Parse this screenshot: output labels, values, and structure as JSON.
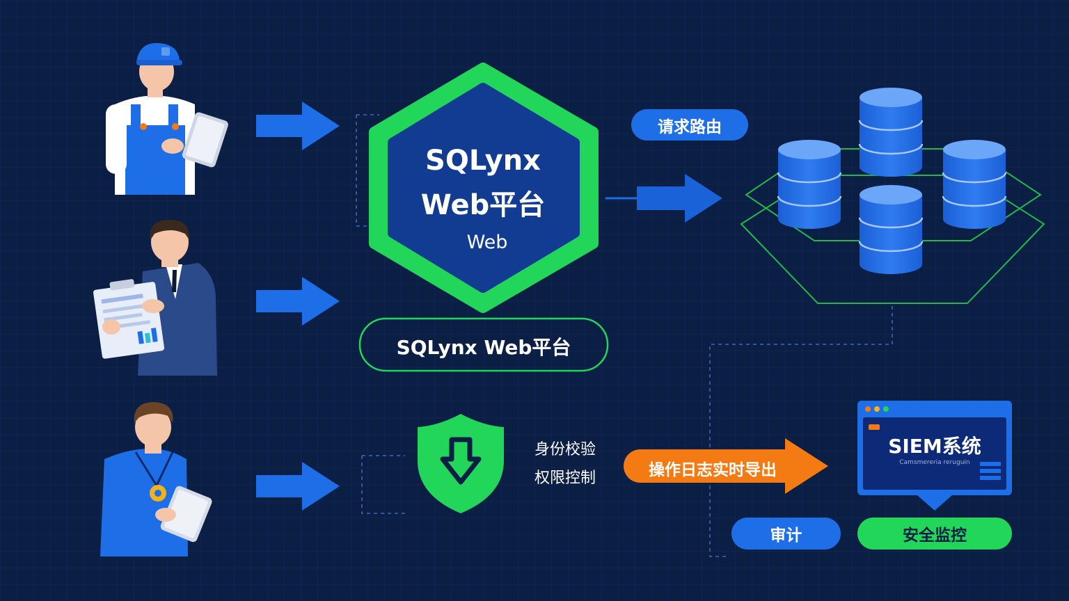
{
  "platform": {
    "hex_title_line1": "SQLynx",
    "hex_title_line2": "Web平台",
    "hex_subtitle": "Web",
    "label": "SQLynx Web平台"
  },
  "routing": {
    "label": "请求路由"
  },
  "auth": {
    "line1": "身份校验",
    "line2": "权限控制"
  },
  "export": {
    "label": "操作日志实时导出"
  },
  "siem": {
    "title": "SIEM系统",
    "subtitle": "Camsmereria reruguin"
  },
  "badges": {
    "audit": "审计",
    "security": "安全监控"
  },
  "colors": {
    "background": "#0b1e44",
    "primary_blue": "#1e6ee8",
    "accent_green": "#22d65a",
    "accent_orange": "#f47a14",
    "hex_fill": "#113c92"
  },
  "icons": [
    "worker-tablet-icon",
    "manager-clipboard-icon",
    "staff-tablet-icon",
    "shield-download-icon",
    "database-cluster-icon",
    "siem-window-icon"
  ]
}
